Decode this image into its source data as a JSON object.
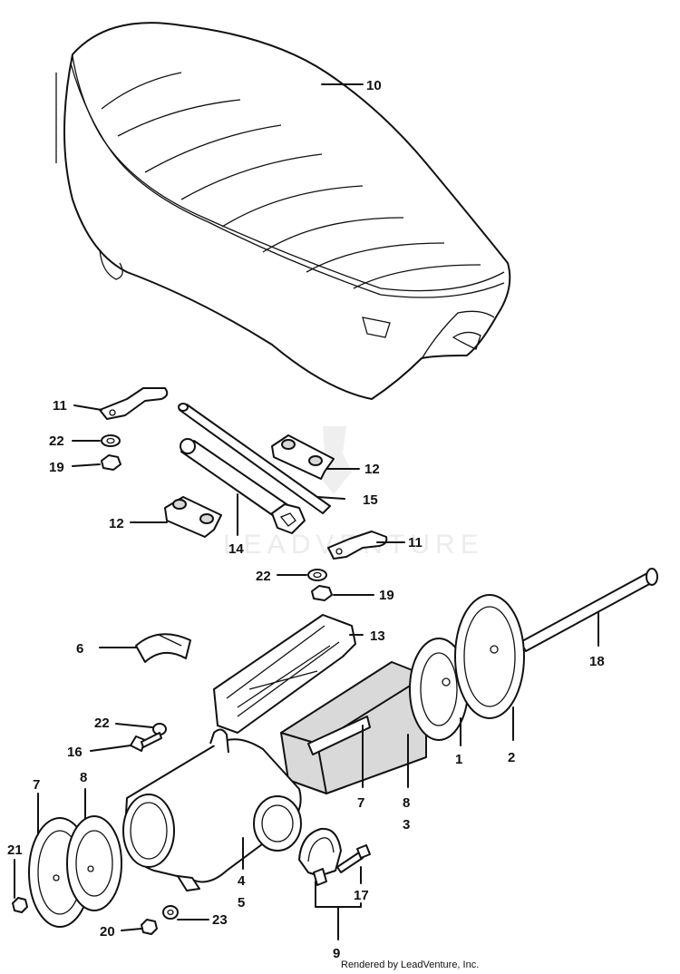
{
  "diagram": {
    "callouts": [
      {
        "id": "c10",
        "label": "10"
      },
      {
        "id": "c11a",
        "label": "11"
      },
      {
        "id": "c22a",
        "label": "22"
      },
      {
        "id": "c19a",
        "label": "19"
      },
      {
        "id": "c12a",
        "label": "12"
      },
      {
        "id": "c15",
        "label": "15"
      },
      {
        "id": "c12b",
        "label": "12"
      },
      {
        "id": "c14",
        "label": "14"
      },
      {
        "id": "c11b",
        "label": "11"
      },
      {
        "id": "c22b",
        "label": "22"
      },
      {
        "id": "c19b",
        "label": "19"
      },
      {
        "id": "c6",
        "label": "6"
      },
      {
        "id": "c13",
        "label": "13"
      },
      {
        "id": "c18",
        "label": "18"
      },
      {
        "id": "c22c",
        "label": "22"
      },
      {
        "id": "c16",
        "label": "16"
      },
      {
        "id": "c7a",
        "label": "7"
      },
      {
        "id": "c8a",
        "label": "8"
      },
      {
        "id": "c3",
        "label": "3"
      },
      {
        "id": "c1",
        "label": "1"
      },
      {
        "id": "c2",
        "label": "2"
      },
      {
        "id": "c8b",
        "label": "8"
      },
      {
        "id": "c7b",
        "label": "7"
      },
      {
        "id": "c21",
        "label": "21"
      },
      {
        "id": "c4",
        "label": "4"
      },
      {
        "id": "c5",
        "label": "5"
      },
      {
        "id": "c17",
        "label": "17"
      },
      {
        "id": "c20",
        "label": "20"
      },
      {
        "id": "c23",
        "label": "23"
      },
      {
        "id": "c9",
        "label": "9"
      }
    ]
  },
  "watermark": "LEADVENTURE",
  "credit": "Rendered by LeadVenture, Inc."
}
